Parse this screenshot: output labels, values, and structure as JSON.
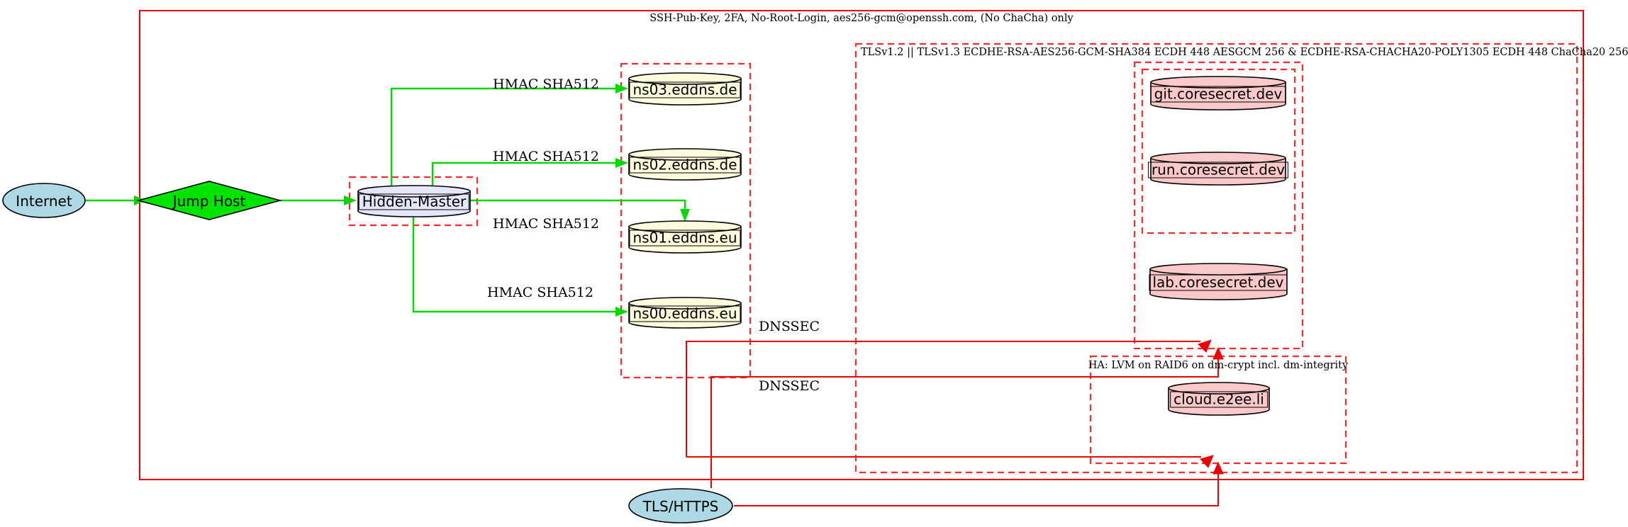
{
  "clusters": {
    "outer_label": "SSH-Pub-Key, 2FA, No-Root-Login, aes256-gcm@openssh.com, (No ChaCha) only",
    "tls_label": "TLSv1.2 || TLSv1.3 ECDHE-RSA-AES256-GCM-SHA384 ECDH 448 AESGCM 256 & ECDHE-RSA-CHACHA20-POLY1305 ECDH 448 ChaCha20 256",
    "ha_label": "HA: LVM on RAID6 on dm-crypt incl. dm-integrity"
  },
  "nodes": {
    "internet": "Internet",
    "jump_host": "Jump Host",
    "hidden_master": "Hidden-Master",
    "ns03": "ns03.eddns.de",
    "ns02": "ns02.eddns.de",
    "ns01": "ns01.eddns.eu",
    "ns00": "ns00.eddns.eu",
    "git": "git.coresecret.dev",
    "run": "run.coresecret.dev",
    "lab": "lab.coresecret.dev",
    "cloud": "cloud.e2ee.li",
    "tls_https": "TLS/HTTPS"
  },
  "edge_labels": {
    "hmac": "HMAC SHA512",
    "dnssec": "DNSSEC"
  },
  "colors": {
    "green_edge": "#00D900",
    "green_node": "#00E400",
    "solid_red": "#EE0000",
    "dashed_red": "#FF2A2A",
    "lightblue": "#ADD8E6",
    "lavender": "#E6E6FA",
    "lightyellow": "#FCFCDC",
    "pink": "#FAC8C8"
  }
}
